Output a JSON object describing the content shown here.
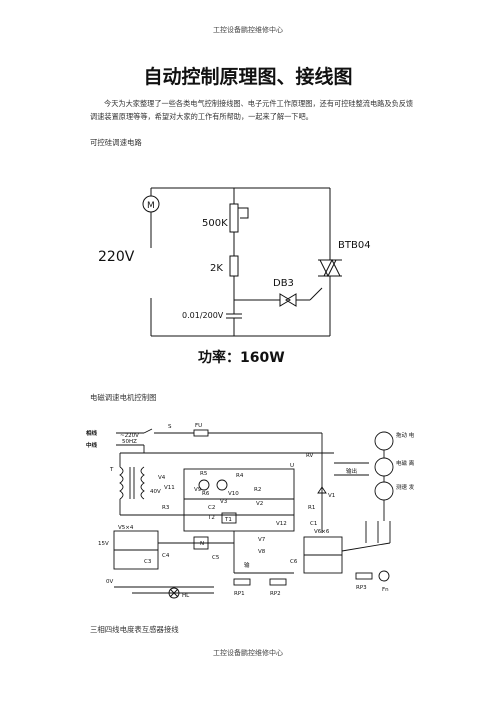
{
  "header": "工控设备鹏控维修中心",
  "title": "自动控制原理图、接线图",
  "intro": "今天为大家整理了一些各类电气控制接线图、电子元件工作原理图，还有可控硅整流电路及负反馈调速装置原理等等，希望对大家的工作有所帮助，一起来了解一下吧。",
  "sections": {
    "scr_speed": "可控硅调速电路",
    "em_speed": "电磁调速电机控制图",
    "three_phase": "三相四线电度表互感器接线"
  },
  "figure1": {
    "motor": "M",
    "voltage": "220V",
    "pot": "500K",
    "res": "2K",
    "diac": "DB3",
    "triac": "BTB04",
    "cap": "0.01/200V",
    "power": "功率：160W"
  },
  "figure2": {
    "phase": "相线",
    "neutral": "中线",
    "supply": "~220V",
    "freq": "50HZ",
    "s": "S",
    "fu": "FU",
    "t": "T",
    "v4": "V4",
    "v40": "40V",
    "v11": "V11",
    "r3": "R3",
    "r5": "R5",
    "r4": "R4",
    "r6": "R6",
    "v9": "V9",
    "v10": "V10",
    "r2": "R2",
    "c2": "C2",
    "v3": "V3",
    "v2": "V2",
    "t1": "T1",
    "t2": "T2",
    "r1": "R1",
    "v12": "V12",
    "c1": "C1",
    "v1": "V1",
    "u": "U",
    "rv": "RV",
    "out": "输出",
    "in": "输",
    "v5x4": "V5×4",
    "v15": "15V",
    "c3": "C3",
    "c4": "C4",
    "n": "N",
    "c5": "C5",
    "v7": "V7",
    "v8": "V8",
    "c6": "C6",
    "v6x6": "V6×6",
    "v0": "0V",
    "hl": "HL",
    "rp1": "RP1",
    "rp2": "RP2",
    "rp3": "RP3",
    "fn": "Fn",
    "drag_motor": "拖动\n电机",
    "clutch": "电磁\n离合器",
    "tacho": "测速\n发电机"
  },
  "footer": "工控设备鹏控维修中心"
}
